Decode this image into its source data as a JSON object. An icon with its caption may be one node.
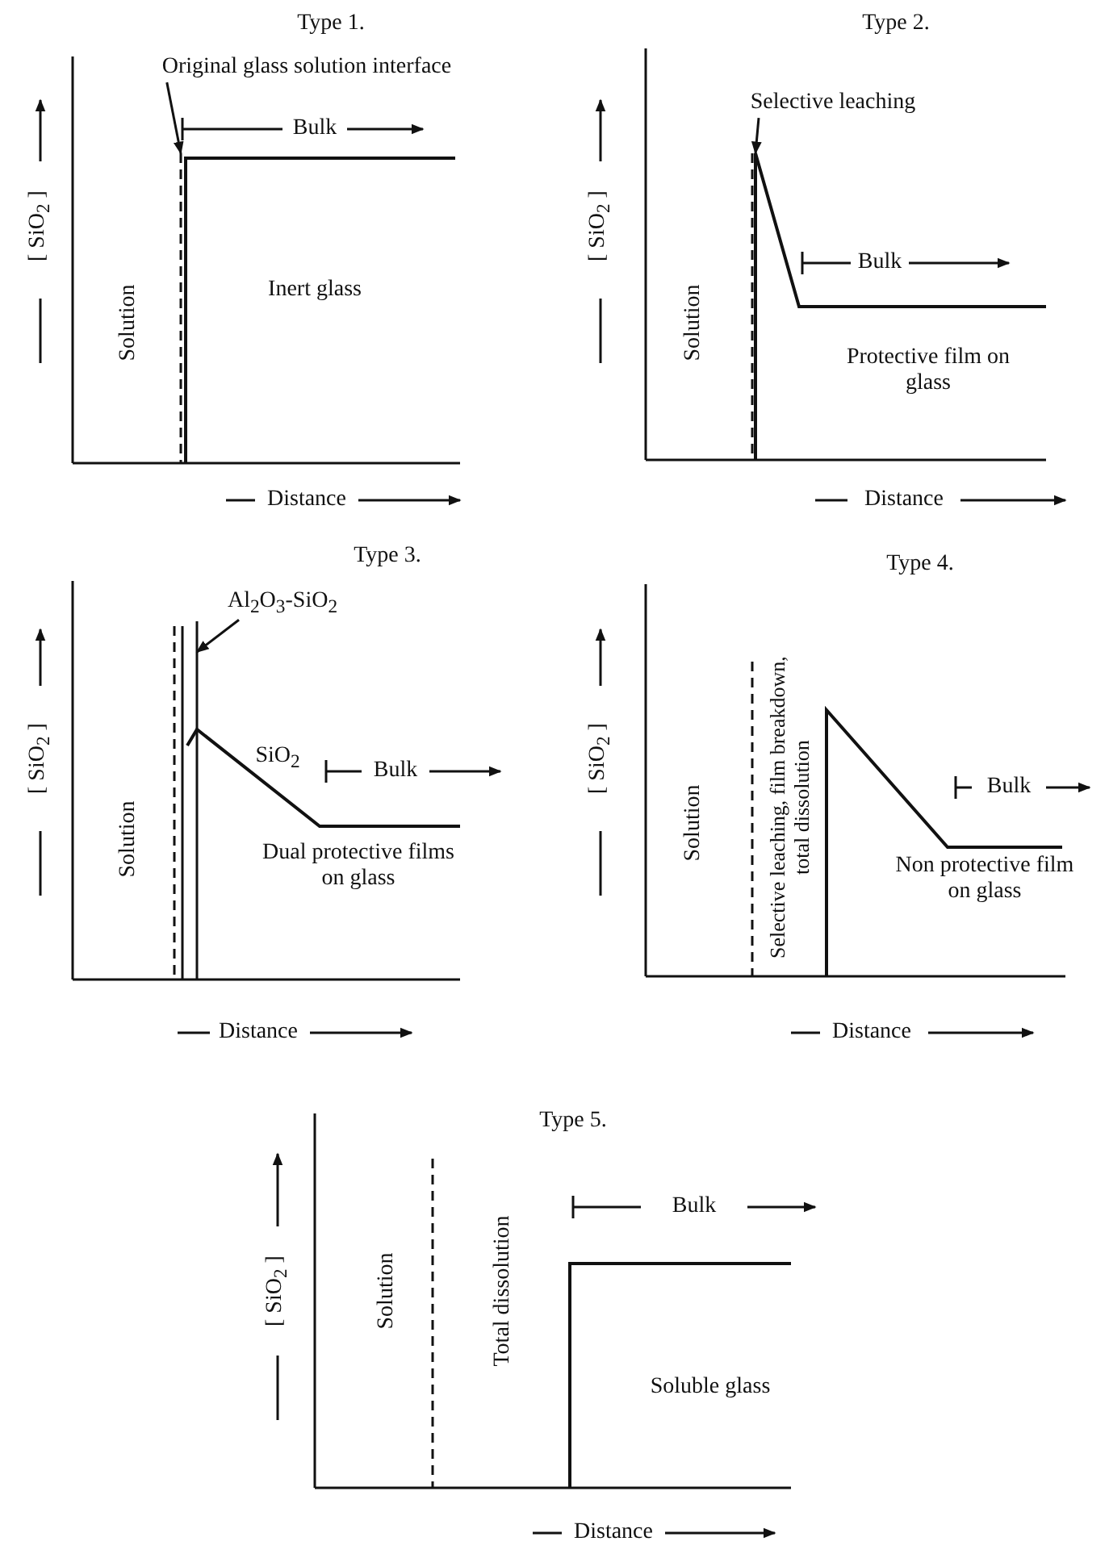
{
  "diagram": {
    "nodes": [
      {
        "text": [
          "Original glass solution interface"
        ]
      },
      {
        "text": [
          "Selective leaching"
        ]
      },
      {
        "text": [
          "Al$_{2}$O$_{3}$-SiO$_{2}$"
        ]
      },
      {
        "text": [],
        "shape": "line"
      },
      {
        "text": [],
        "shape": "line"
      },
      {
        "text": [],
        "shape": "line"
      }
    ],
    "edges": [
      {
        "from": 0,
        "to": 3,
        "arrow": "to"
      },
      {
        "from": 1,
        "to": 4,
        "arrow": "to"
      },
      {
        "from": 2,
        "to": 5,
        "arrow": "to"
      }
    ],
    "labels": [
      "Type 1.",
      "Bulk",
      "[ SiO$_{2}$ ]",
      "Solution",
      "Inert glass",
      "Distance",
      "Type 2.",
      "[ SiO$_{2}$ ]",
      "Solution",
      "Bulk",
      "Protective film on glass",
      "Distance",
      "Type 3.",
      "[ SiO$_{2}$ ]",
      "Solution",
      "SiO$_{2}$",
      "Bulk",
      "Dual protective films on glass",
      "Distance",
      "Type 4.",
      "[ SiO$_{2}$ ]",
      "Solution",
      "Selective leaching, film breakdown, total dissolution",
      "Bulk",
      "Non protective film on glass",
      "Distance",
      "Type 5.",
      "Bulk",
      "[ SiO$_{2}$ ]",
      "Solution",
      "Total dissolution",
      "Soluble glass",
      "Distance"
    ]
  }
}
